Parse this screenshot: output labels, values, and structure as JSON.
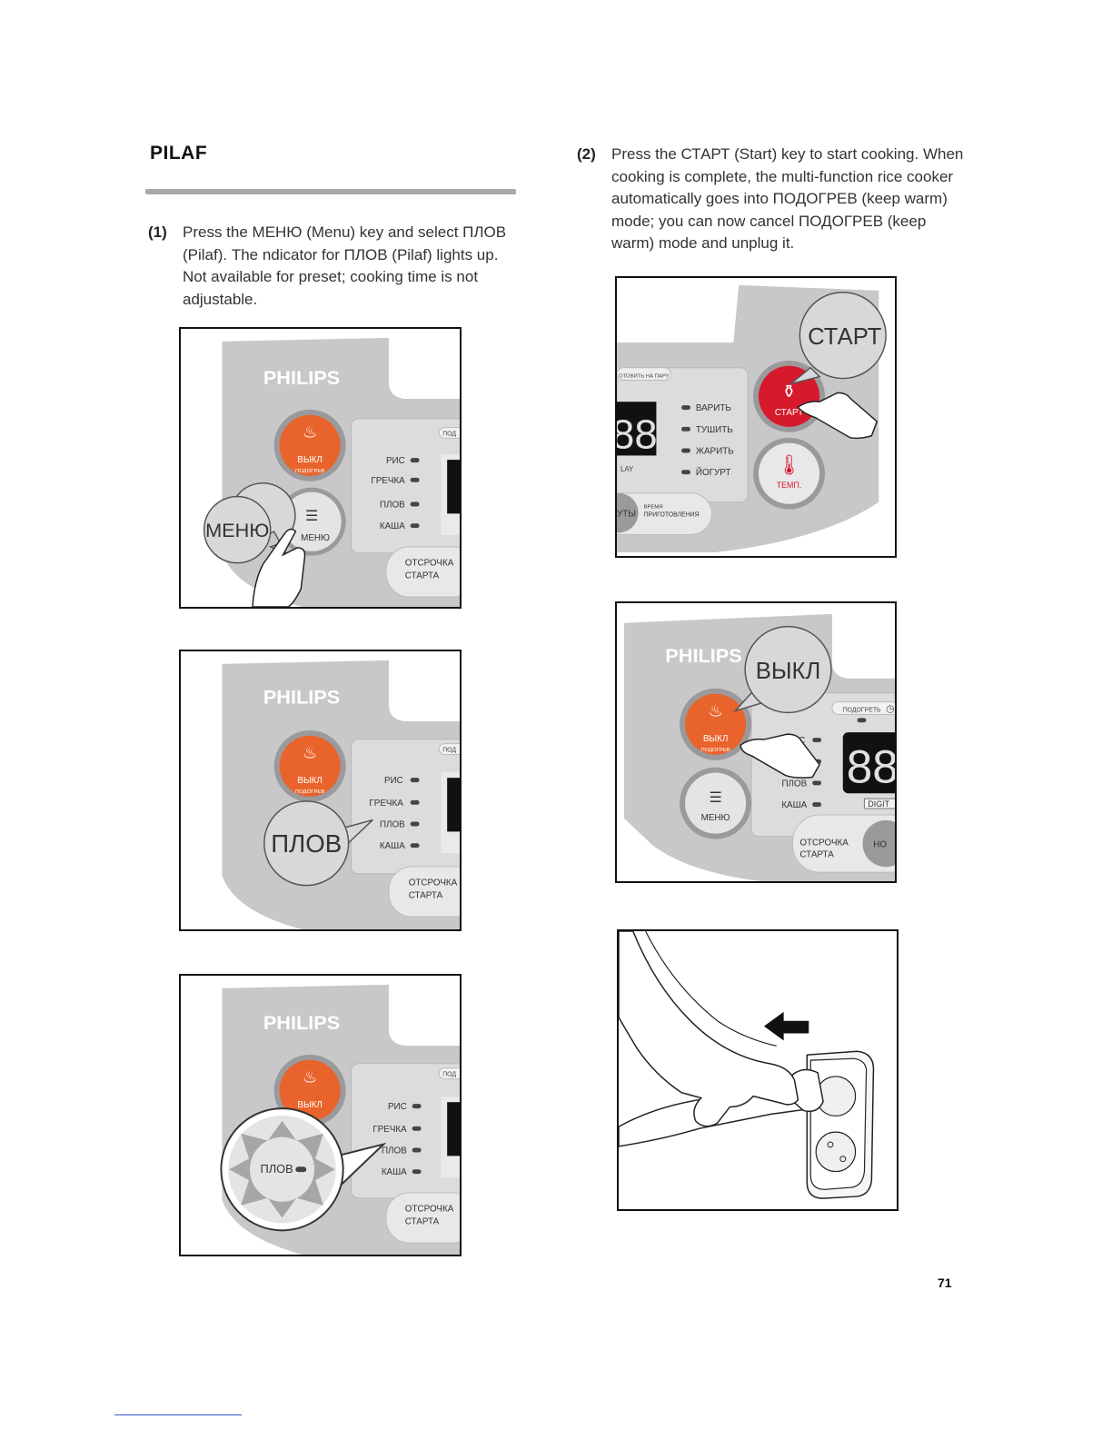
{
  "page": {
    "title": "PILAF",
    "page_number": "71"
  },
  "steps": [
    {
      "number": "(1)",
      "text": "Press the МЕНЮ (Menu) key and select ПЛОВ (Pilaf). The ndicator for ПЛОВ (Pilaf) lights up. Not available for preset; cooking time is not adjustable."
    },
    {
      "number": "(2)",
      "text": "Press the СТАРТ (Start) key to start cooking. When cooking is complete, the multi-function rice cooker automatically goes into ПОДОГРЕВ (keep warm) mode; you can now cancel ПОДОГРЕВ (keep warm) mode and unplug it."
    }
  ],
  "panel": {
    "brand": "PHILIPS",
    "off_button": "ВЫКЛ",
    "warm_label": "ПОДОГРЕВ",
    "menu_button": "МЕНЮ",
    "modes": [
      "РИС",
      "ГРЕЧКА",
      "ПЛОВ",
      "КАША"
    ],
    "delay_line1": "ОТСРОЧКА",
    "delay_line2": "СТАРТА",
    "top_cut": "ПОД",
    "warm_top": "ПОДОГРЕТЬ",
    "digits": "88",
    "digital_label": "DIGIT",
    "ho_cut": "НО",
    "steam_label": "ОТОВИТЬ НА ПАРУ",
    "right_modes": [
      "ВАРИТЬ",
      "ТУШИТЬ",
      "ЖАРИТЬ",
      "ЙОГУРТ"
    ],
    "start_button": "СТАРТ",
    "temp_button": "ТЕМП.",
    "lay_label": "LAY",
    "time_cut": "УТЫ",
    "cook_time_line1": "ВРЕМЯ",
    "cook_time_line2": "ПРИГОТОВЛЕНИЯ"
  },
  "callouts": {
    "menu": "МЕНЮ",
    "pilaf": "ПЛОВ",
    "pilaf_indicator": "ПЛОВ",
    "start": "СТАРТ",
    "off": "ВЫКЛ"
  }
}
